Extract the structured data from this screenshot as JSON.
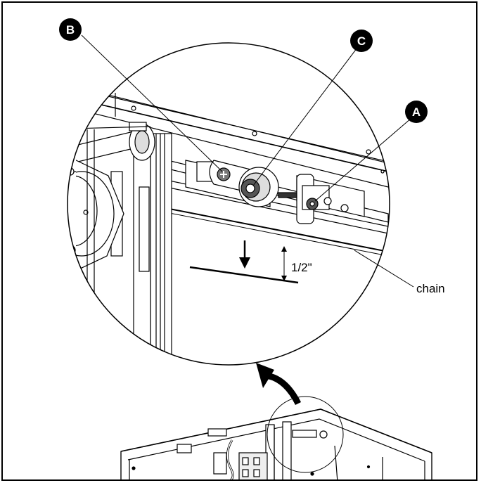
{
  "callouts": {
    "a": "A",
    "b": "B",
    "c": "C"
  },
  "dimension": "1/2\"",
  "chain_label": "chain",
  "colors": {
    "ink": "#000000",
    "paper": "#ffffff",
    "shade": "#d9d9d9"
  }
}
